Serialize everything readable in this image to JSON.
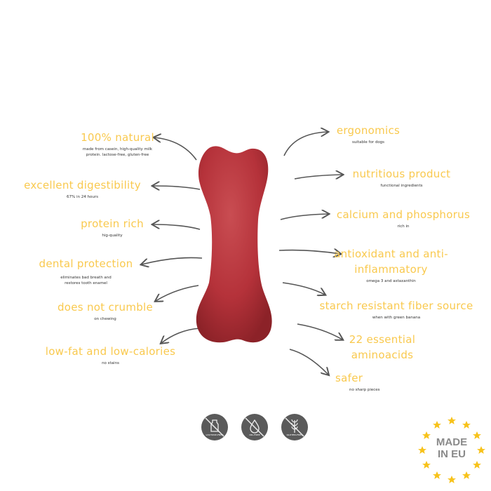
{
  "product": "red dog chew bone",
  "colors": {
    "headline": "#f9c94e",
    "subtext": "#333333",
    "arrow": "#555555",
    "bone": "#b8323a",
    "badge_bg": "#5a5a5a",
    "eu_star": "#f7c21a",
    "eu_text": "#8a8a8a"
  },
  "left_features": [
    {
      "title": "100% natural",
      "sub": "made from casein, high-quality milk protein. lactose-free, gluten-free"
    },
    {
      "title": "excellent digestibility",
      "sub": "67% in 24 hours"
    },
    {
      "title": "protein rich",
      "sub": "hig-quality"
    },
    {
      "title": "dental protection",
      "sub": "eliminates bad breath and restores tooth enamel"
    },
    {
      "title": "does not crumble",
      "sub": "on chewing"
    },
    {
      "title": "low-fat and low-calories",
      "sub": "no stains"
    }
  ],
  "right_features": [
    {
      "title": "ergonomics",
      "sub": "suitable for dogs"
    },
    {
      "title": "nutritious product",
      "sub": "functional ingredients"
    },
    {
      "title": "calcium and phosphorus",
      "sub": "rich in"
    },
    {
      "title": "antioxidant and anti-inflammatory",
      "sub": "omega 3 and astaxanthin"
    },
    {
      "title": "starch resistant fiber source",
      "sub": "when with green banana"
    },
    {
      "title": "22 essential aminoacids",
      "sub": ""
    },
    {
      "title": "safer",
      "sub": "no sharp pieces"
    }
  ],
  "badges": [
    {
      "icon": "milk-bottle-crossed-icon",
      "label": "LACTOSE-FREE"
    },
    {
      "icon": "oil-drop-crossed-icon",
      "label": "OIL-FREE"
    },
    {
      "icon": "wheat-crossed-icon",
      "label": "GLUTEN-FREE"
    }
  ],
  "eu_badge": {
    "line1": "MADE",
    "line2": "IN EU"
  }
}
